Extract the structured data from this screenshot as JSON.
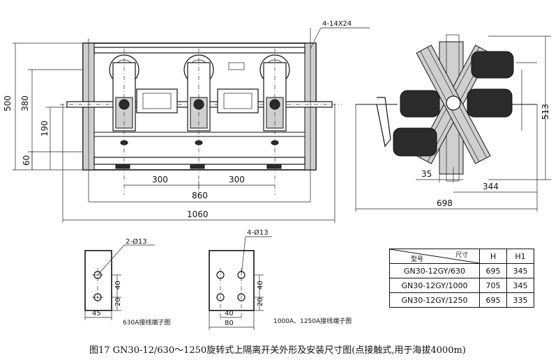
{
  "front_view": {
    "hole_label": "4-14X24",
    "dim_total_height": "500",
    "dim_380": "380",
    "dim_190": "190",
    "dim_60": "60",
    "dim_300_left": "300",
    "dim_300_right": "300",
    "dim_860": "860",
    "dim_1060": "1060"
  },
  "side_view": {
    "dim_height": "513",
    "dim_35": "35",
    "dim_344": "344",
    "dim_698": "698"
  },
  "terminal_630": {
    "hole_label": "2-Ø13",
    "dim_40": "40",
    "dim_20": "20",
    "dim_45": "45",
    "caption": "630A接线端子图"
  },
  "terminal_1000": {
    "hole_label": "4-Ø13",
    "dim_40v": "40",
    "dim_20v": "20",
    "dim_40h": "40",
    "dim_80": "80",
    "caption": "1000A、1250A接线端子图"
  },
  "spec_table": {
    "header_model": "型号",
    "header_size": "尺寸",
    "header_h": "H",
    "header_h1": "H1",
    "rows": [
      {
        "model": "GN30-12GY/630",
        "h": "695",
        "h1": "345"
      },
      {
        "model": "GN30-12GY/1000",
        "h": "705",
        "h1": "345"
      },
      {
        "model": "GN30-12GY/1250",
        "h": "695",
        "h1": "335"
      }
    ]
  },
  "caption": "图17  GN30-12/630～1250旋转式上隔离开关外形及安装尺寸图(点接触式,用于海拔4000m)"
}
